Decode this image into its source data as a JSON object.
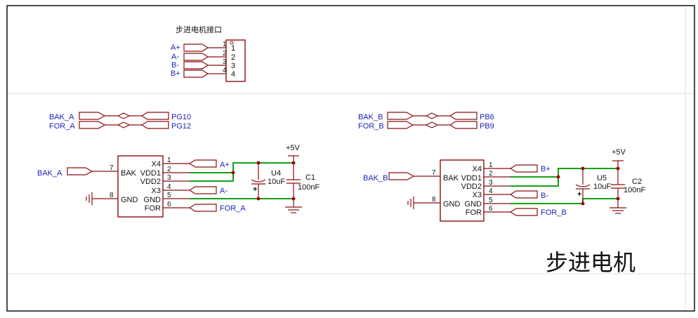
{
  "title": "步进电机",
  "connector": {
    "name": "步进电机接口",
    "nets": [
      "A+",
      "A-",
      "B-",
      "B+"
    ],
    "pins": [
      "1",
      "2",
      "3",
      "4"
    ]
  },
  "bridges": {
    "left": {
      "top": {
        "from": "BAK_A",
        "to": "PG10"
      },
      "bottom": {
        "from": "FOR_A",
        "to": "PG12"
      }
    },
    "right": {
      "top": {
        "from": "BAK_B",
        "to": "PB6"
      },
      "bottom": {
        "from": "FOR_B",
        "to": "PB9"
      }
    }
  },
  "driver_a": {
    "input_net": "BAK_A",
    "pins_left": [
      "7",
      "8"
    ],
    "labels_left": [
      "BAK",
      "GND"
    ],
    "labels_right": [
      "X4",
      "VDD1",
      "VDD2",
      "X3",
      "GND",
      "FOR"
    ],
    "pins_right": [
      "1",
      "2",
      "3",
      "4",
      "5",
      "6"
    ],
    "nets_out": [
      "A+",
      "A-",
      "FOR_A"
    ],
    "power": "+5V",
    "cap_electrolytic": {
      "ref": "U4",
      "value": "10uF",
      "polarity": "+"
    },
    "cap_ceramic": {
      "ref": "C1",
      "value": "100nF"
    }
  },
  "driver_b": {
    "input_net": "BAK_B",
    "pins_left": [
      "7",
      "8"
    ],
    "labels_left": [
      "BAK",
      "GND"
    ],
    "labels_right": [
      "X4",
      "VDD1",
      "VDD2",
      "X3",
      "GND",
      "FOR"
    ],
    "pins_right": [
      "1",
      "2",
      "3",
      "4",
      "5",
      "6"
    ],
    "nets_out": [
      "B+",
      "B-",
      "FOR_B"
    ],
    "power": "+5V",
    "cap_electrolytic": {
      "ref": "U5",
      "value": "10uF",
      "polarity": "+"
    },
    "cap_ceramic": {
      "ref": "C2",
      "value": "100nF"
    }
  },
  "colors": {
    "wire": "#17a01a",
    "component": "#8b0d10",
    "net_label": "#1b23b8",
    "junction": "#a00b0b"
  }
}
